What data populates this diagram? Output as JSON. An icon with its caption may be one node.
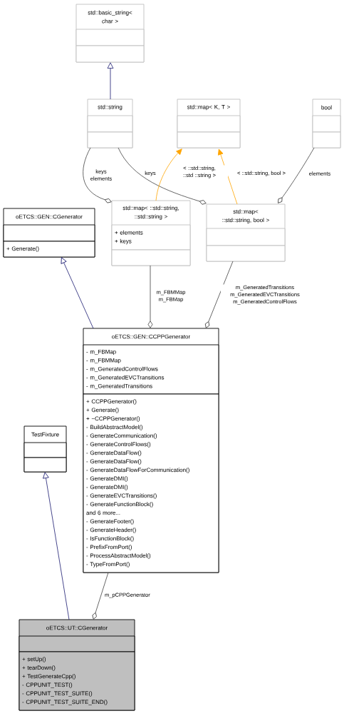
{
  "diagram": {
    "nodes": [
      {
        "text": [
          "std::basic_string< char >"
        ]
      },
      {
        "text": [],
        "shape": "box",
        "in": 0
      },
      {
        "text": [],
        "shape": "box",
        "in": 0
      },
      {
        "text": [
          "std::string"
        ]
      },
      {
        "text": [],
        "shape": "box",
        "in": 3
      },
      {
        "text": [],
        "shape": "box",
        "in": 3
      },
      {
        "text": [
          "std::map< K, T >"
        ]
      },
      {
        "text": [],
        "shape": "box",
        "in": 6
      },
      {
        "text": [],
        "shape": "box",
        "in": 6
      },
      {
        "text": [
          "bool"
        ]
      },
      {
        "text": [],
        "shape": "box",
        "in": 9
      },
      {
        "text": [],
        "shape": "box",
        "in": 9
      },
      {
        "text": [
          "oETCS::GEN::CGenerator"
        ]
      },
      {
        "text": [],
        "shape": "box",
        "in": 12
      },
      {
        "text": [
          "+ Generate()"
        ],
        "in": 12
      },
      {
        "text": [
          "std::map< ::std::string, ::std::string >"
        ]
      },
      {
        "text": [
          "+ elements",
          "+ keys"
        ],
        "in": 15
      },
      {
        "text": [],
        "shape": "box",
        "in": 15
      },
      {
        "text": [
          "std::map< ::std::string, bool >"
        ]
      },
      {
        "text": [],
        "shape": "box",
        "in": 18
      },
      {
        "text": [],
        "shape": "box",
        "in": 18
      },
      {
        "text": [
          "oETCS::GEN::CCPPGenerator"
        ]
      },
      {
        "text": [
          "- m_FBMap",
          "- m_FBMMap",
          "- m_GeneratedControlFlows",
          "- m_GeneratedEVCTransitions",
          "- m_GeneratedTransitions"
        ],
        "in": 21
      },
      {
        "text": [
          "+ CCPPGenerator()",
          "+ Generate()",
          "+ ~CCPPGenerator()",
          "- BuildAbstractModel()",
          "- GenerateCommunication()",
          "- GenerateControlFlows()",
          "- GenerateDataFlow()",
          "- GenerateDataFlow()",
          "- GenerateDataFlowForCommunication()",
          "- GenerateDMI()",
          "- GenerateDMI()",
          "- GenerateEVCTransitions()",
          "- GenerateFunctionBlock()",
          "and 6 more...",
          "- GenerateFooter()",
          "- GenerateHeader()",
          "- IsFunctionBlock()",
          "- PrefixFromPort()",
          "- ProcessAbstractModel()",
          "- TypeFromPort()"
        ],
        "in": 21
      },
      {
        "text": [
          "TestFixture"
        ]
      },
      {
        "text": [],
        "shape": "box",
        "in": 24
      },
      {
        "text": [],
        "shape": "box",
        "in": 24
      },
      {
        "text": [
          "oETCS::UT::CGenerator"
        ]
      },
      {
        "text": [],
        "shape": "box",
        "in": 27
      },
      {
        "text": [
          "+ setUp()",
          "+ tearDown()",
          "+ TestGenerateCpp()",
          "- CPPUNIT_TEST()",
          "- CPPUNIT_TEST_SUITE()",
          "- CPPUNIT_TEST_SUITE_END()"
        ],
        "in": 27
      }
    ],
    "edges": [
      {
        "from": 3,
        "to": 0,
        "arrow": "to",
        "color": "#191970"
      },
      {
        "from": 3,
        "to": 15,
        "arrow": "other",
        "label": "keys elements"
      },
      {
        "from": 3,
        "to": 18,
        "arrow": "other",
        "label": "keys"
      },
      {
        "from": 15,
        "to": 6,
        "arrow": "to",
        "color": "#ffa500",
        "label": "< ::std::string, ::std ::string >"
      },
      {
        "from": 18,
        "to": 6,
        "arrow": "to",
        "color": "#ffa500",
        "label": "< ::std::string, bool >"
      },
      {
        "from": 9,
        "to": 18,
        "arrow": "other",
        "label": "elements"
      },
      {
        "from": 21,
        "to": 12,
        "arrow": "to",
        "color": "#191970"
      },
      {
        "from": 15,
        "to": 21,
        "arrow": "other",
        "label": "m_FBMMap m_FBMap"
      },
      {
        "from": 18,
        "to": 21,
        "arrow": "other",
        "label": "m_GeneratedTransitions m_GeneratedEVCTransitions m_GeneratedControlFlows"
      },
      {
        "from": 27,
        "to": 24,
        "arrow": "to",
        "color": "#191970"
      },
      {
        "from": 21,
        "to": 27,
        "arrow": "other",
        "label": "m_pCPPGenerator"
      }
    ]
  }
}
